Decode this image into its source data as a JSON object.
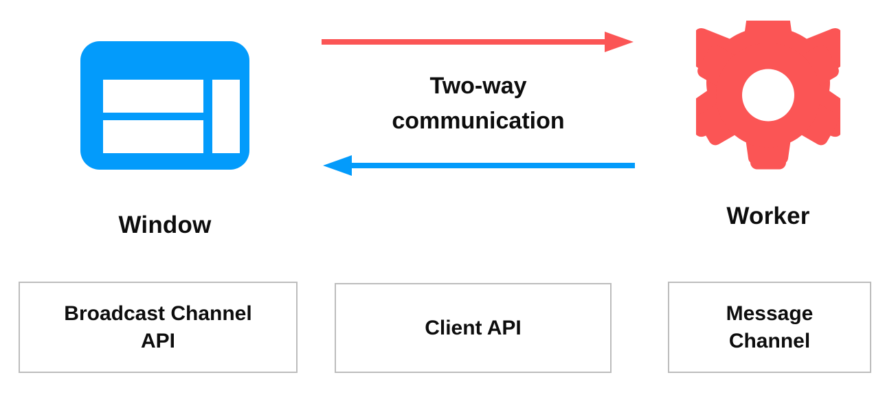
{
  "diagram": {
    "title": "Two-way communication between Window and Worker",
    "background": "#ffffff"
  },
  "colors": {
    "window_blue": "#039BFB",
    "worker_red": "#FB5555",
    "text_black": "#0D0D0D",
    "box_border_gray": "#BCBCBC",
    "box_fill": "#FFFFFF"
  },
  "nodes": [
    {
      "id": "window",
      "label": "Window",
      "icon": "browser-window-icon",
      "color": "#039BFB"
    },
    {
      "id": "worker",
      "label": "Worker",
      "icon": "gear-icon",
      "color": "#FB5555"
    }
  ],
  "connection": {
    "label_lines": [
      "Two-way",
      "communication"
    ],
    "label_full": "Two-way communication",
    "arrows": [
      {
        "id": "window-to-worker",
        "direction": "right",
        "color": "#FB5555",
        "icon": "arrow-right-icon"
      },
      {
        "id": "worker-to-window",
        "direction": "left",
        "color": "#039BFB",
        "icon": "arrow-left-icon"
      }
    ]
  },
  "api_boxes": [
    {
      "id": "broadcast-channel-api",
      "lines": [
        "Broadcast Channel",
        "API"
      ],
      "text": "Broadcast Channel\nAPI"
    },
    {
      "id": "client-api",
      "lines": [
        "Client API"
      ],
      "text": "Client API"
    },
    {
      "id": "message-channel",
      "lines": [
        "Message",
        "Channel"
      ],
      "text": "Message\nChannel"
    }
  ]
}
